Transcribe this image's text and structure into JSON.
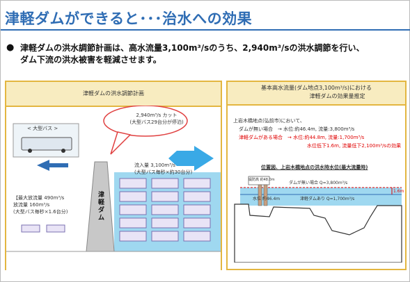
{
  "title": "津軽ダムができると･･･治水への効果",
  "lead": {
    "bullet": "●",
    "line1": "津軽ダムの洪水調節計画は、高水流量3,100m³/sのうち、2,940m³/sの洪水調節を行い、",
    "line2": "ダム下流の洪水被害を軽減させます。"
  },
  "left_panel": {
    "header": "津軽ダムの洪水調節計画",
    "bubble_line1": "2,940m³/s カット",
    "bubble_line2": "(大型バス29台分が停泊)",
    "bus_label": "< 大型バス >",
    "dam_label": "津軽ダム",
    "inflow_line1": "流入量 3,100m³/s",
    "inflow_line2": "(大型バス毎秒×約30台分)",
    "out_line1": "【最大放流量 490m³/s",
    "out_line2": "放流量 160m³/s",
    "out_line3": "(大型バス毎秒×1.6台分)"
  },
  "right_panel": {
    "header_line1": "基本高水流量(ダム地点3,100m³/s)における",
    "header_line2": "津軽ダムの効果量推定",
    "location": "上岩木橋地点(弘前市)において、",
    "row1": "ダムが無い場合　→ 水位:約46.4m, 流量:3,800m³/s",
    "row2": "津軽ダムがある場合　→ 水位:約44.8m, 流量:1,700m³/s",
    "row3": "水位低下1.6m, 流量低下2,100m³/sの効果",
    "section_title": "位置図、上岩木橋地点の洪水時水位(最大流量時)",
    "label_a": "堤防高 約48.0m",
    "label_b": "ダムが無い場合 Q=3,800m³/s",
    "label_c": "水位 約46.4m",
    "label_d": "津軽ダムあり Q=1,700m³/s",
    "label_e": "1.6m"
  },
  "colors": {
    "title": "#2f6db4",
    "panel_border": "#e3b640",
    "panel_header_bg": "#f8ecc0",
    "water": "#9fd8f0",
    "arrow": "#39a9e6",
    "red": "#e00000"
  }
}
